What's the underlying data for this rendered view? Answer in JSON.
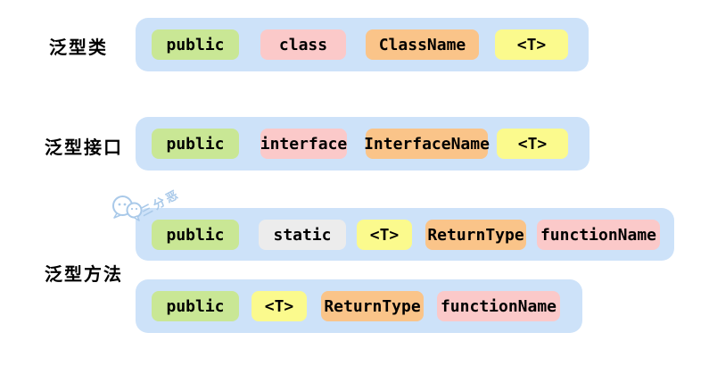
{
  "page": {
    "background": "#ffffff",
    "text_color": "#000000"
  },
  "palette": {
    "container_blue": "#cde2f9",
    "green": "#c9e795",
    "pink": "#fbc9c9",
    "orange": "#fac489",
    "yellow": "#fbfa8d",
    "gray": "#ececec"
  },
  "sections": [
    {
      "label": "泛型类",
      "rows": [
        {
          "tokens": [
            {
              "text": "public",
              "color": "green"
            },
            {
              "text": "class",
              "color": "pink"
            },
            {
              "text": "ClassName",
              "color": "orange"
            },
            {
              "text": "<T>",
              "color": "yellow"
            }
          ]
        }
      ]
    },
    {
      "label": "泛型接口",
      "rows": [
        {
          "tokens": [
            {
              "text": "public",
              "color": "green"
            },
            {
              "text": "interface",
              "color": "pink"
            },
            {
              "text": "InterfaceName",
              "color": "orange"
            },
            {
              "text": "<T>",
              "color": "yellow"
            }
          ]
        }
      ]
    },
    {
      "label": "泛型方法",
      "rows": [
        {
          "tokens": [
            {
              "text": "public",
              "color": "green"
            },
            {
              "text": "static",
              "color": "gray"
            },
            {
              "text": "<T>",
              "color": "yellow"
            },
            {
              "text": "ReturnType",
              "color": "orange"
            },
            {
              "text": "functionName",
              "color": "pink"
            }
          ]
        },
        {
          "tokens": [
            {
              "text": "public",
              "color": "green"
            },
            {
              "text": "<T>",
              "color": "yellow"
            },
            {
              "text": "ReturnType",
              "color": "orange"
            },
            {
              "text": "functionName",
              "color": "pink"
            }
          ]
        }
      ]
    }
  ],
  "watermark": {
    "icon": "wechat-bubbles-icon",
    "text": "三分恶",
    "color": "#a9c9e9"
  }
}
